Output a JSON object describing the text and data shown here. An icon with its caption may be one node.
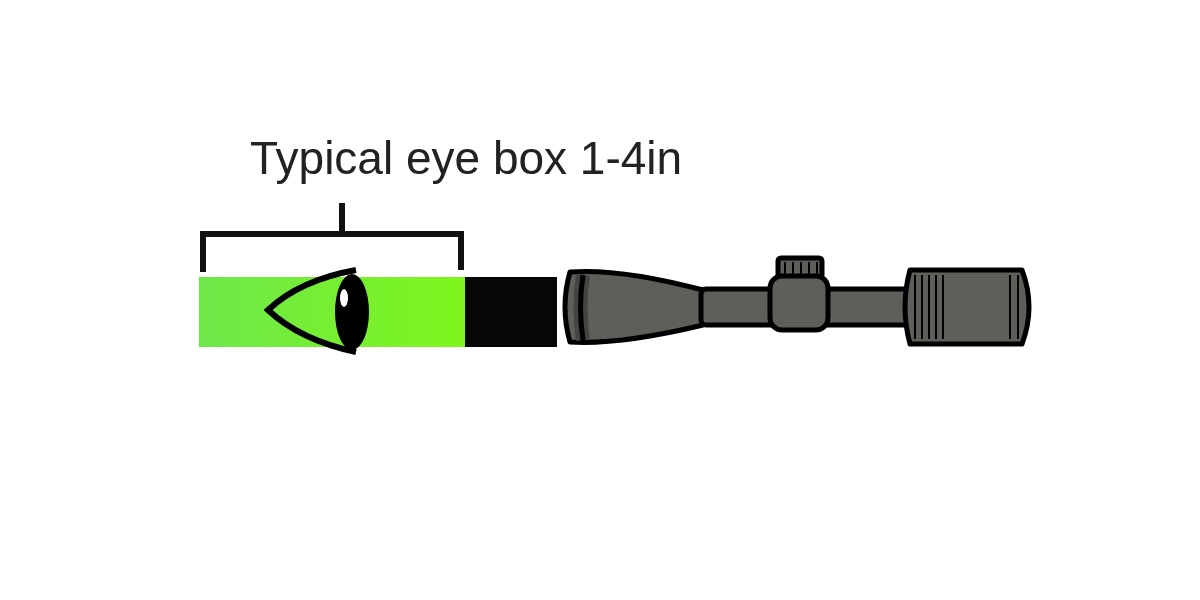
{
  "diagram": {
    "title": "Typical eye box 1-4in",
    "nodes": [
      {
        "text": [],
        "shape": "bar"
      },
      {
        "text": [],
        "shape": "bar"
      }
    ]
  }
}
